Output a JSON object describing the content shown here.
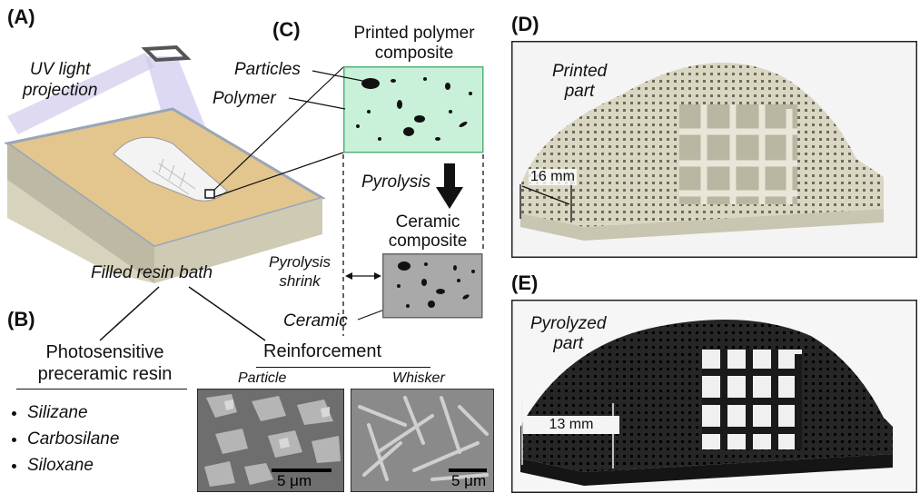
{
  "panels": {
    "a": {
      "label": "(A)",
      "uv_light": "UV light",
      "projection": "projection",
      "resin_bath": "Filled resin bath"
    },
    "b": {
      "label": "(B)",
      "resin_title_1": "Photosensitive",
      "resin_title_2": "preceramic resin",
      "resin_types": [
        "Silizane",
        "Carbosilane",
        "Siloxane"
      ],
      "reinforcement_title": "Reinforcement",
      "particle_label": "Particle",
      "whisker_label": "Whisker",
      "scale_particle": "5 μm",
      "scale_whisker": "5 μm"
    },
    "c": {
      "label": "(C)",
      "printed_title_1": "Printed polymer",
      "printed_title_2": "composite",
      "particles": "Particles",
      "polymer": "Polymer",
      "pyrolysis": "Pyrolysis",
      "ceramic_title_1": "Ceramic",
      "ceramic_title_2": "composite",
      "shrink_1": "Pyrolysis",
      "shrink_2": "shrink",
      "ceramic": "Ceramic"
    },
    "d": {
      "label": "(D)",
      "part_1": "Printed",
      "part_2": "part",
      "dimension": "16 mm"
    },
    "e": {
      "label": "(E)",
      "part_1": "Pyrolyzed",
      "part_2": "part",
      "dimension": "13 mm"
    }
  },
  "colors": {
    "polymer_fill": "#c9f0d8",
    "ceramic_fill": "#a9a9a9",
    "sand": "#e3c58e",
    "printed_part": "#d9d6c2",
    "pyrolyzed_part": "#262626"
  }
}
